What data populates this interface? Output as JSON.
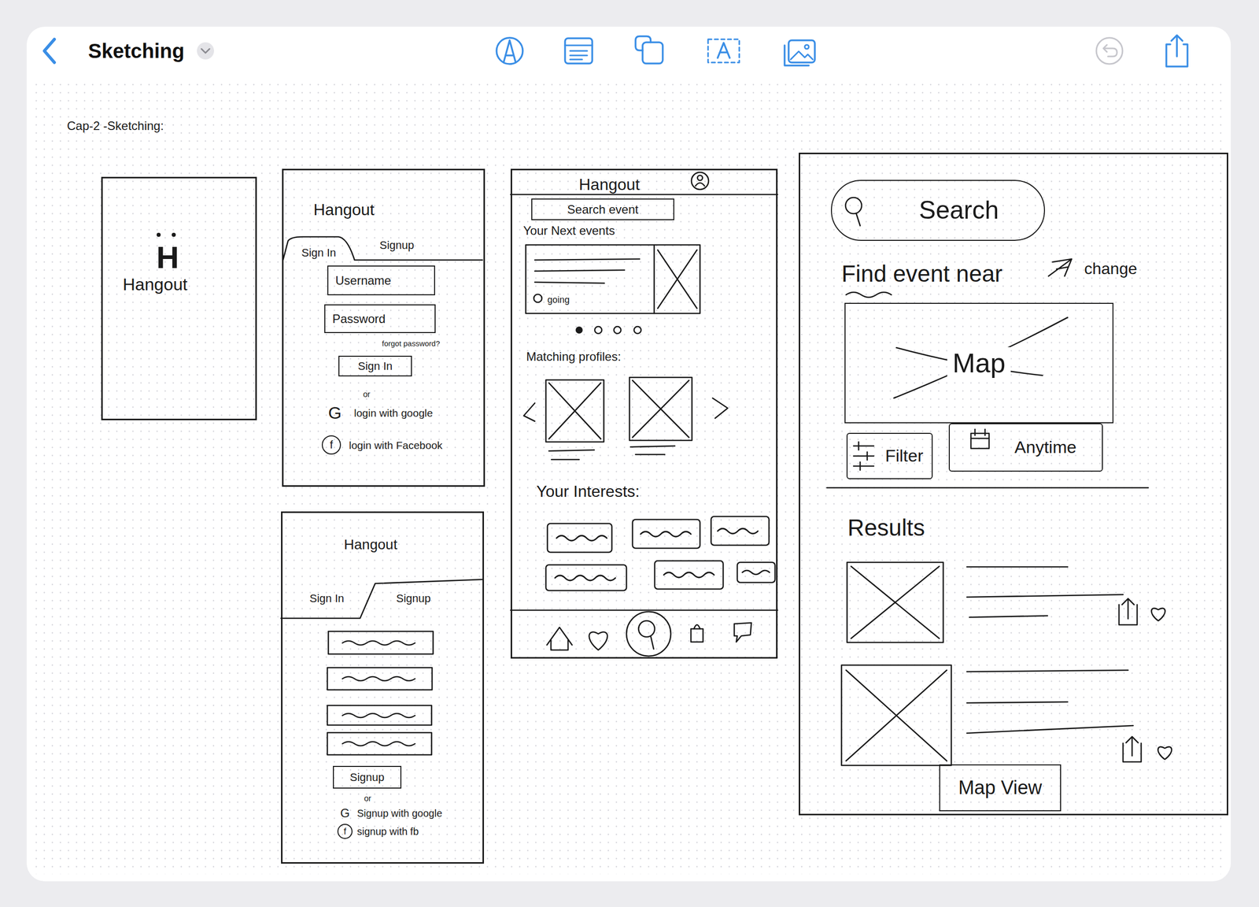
{
  "diagram": {
    "title": "Sketching",
    "nodes": [
      {
        "text": [
          "H",
          "Hangout"
        ]
      },
      {
        "text": [
          "Hangout",
          "forgot password?",
          "or",
          "G",
          "login with google",
          "login with Facebook"
        ]
      },
      {
        "text": [
          "Sign In"
        ],
        "in": 1
      },
      {
        "text": [
          "Signup"
        ],
        "in": 1
      },
      {
        "text": [
          "Username"
        ],
        "in": 1
      },
      {
        "text": [
          "Password"
        ],
        "in": 1
      },
      {
        "text": [
          "Sign In"
        ],
        "in": 1
      },
      {
        "text": [
          "f"
        ],
        "in": 1
      },
      {
        "text": [
          "Hangout",
          "or",
          "G",
          "Signup with google",
          "signup with fb"
        ]
      },
      {
        "text": [
          "Sign In"
        ],
        "in": 8
      },
      {
        "text": [
          "Signup"
        ],
        "in": 8
      },
      {
        "text": [
          "Signup"
        ],
        "in": 8
      },
      {
        "text": [
          "f"
        ],
        "in": 8
      },
      {
        "text": [
          "Hangout",
          "Your Next events",
          "going",
          "Matching profiles:",
          "Your Interests:"
        ]
      },
      {
        "text": [
          "Search event"
        ],
        "in": 13
      },
      {
        "text": [
          "Find event near",
          "change",
          "Results"
        ]
      },
      {
        "text": [
          "Search"
        ],
        "in": 15
      },
      {
        "text": [
          "Map"
        ],
        "in": 15
      },
      {
        "text": [
          "Filter"
        ],
        "in": 15
      },
      {
        "text": [
          "Anytime"
        ],
        "in": 15
      },
      {
        "text": [
          "Map View"
        ],
        "in": 15
      }
    ],
    "labels": [
      "Cap-2 -Sketching:"
    ]
  }
}
